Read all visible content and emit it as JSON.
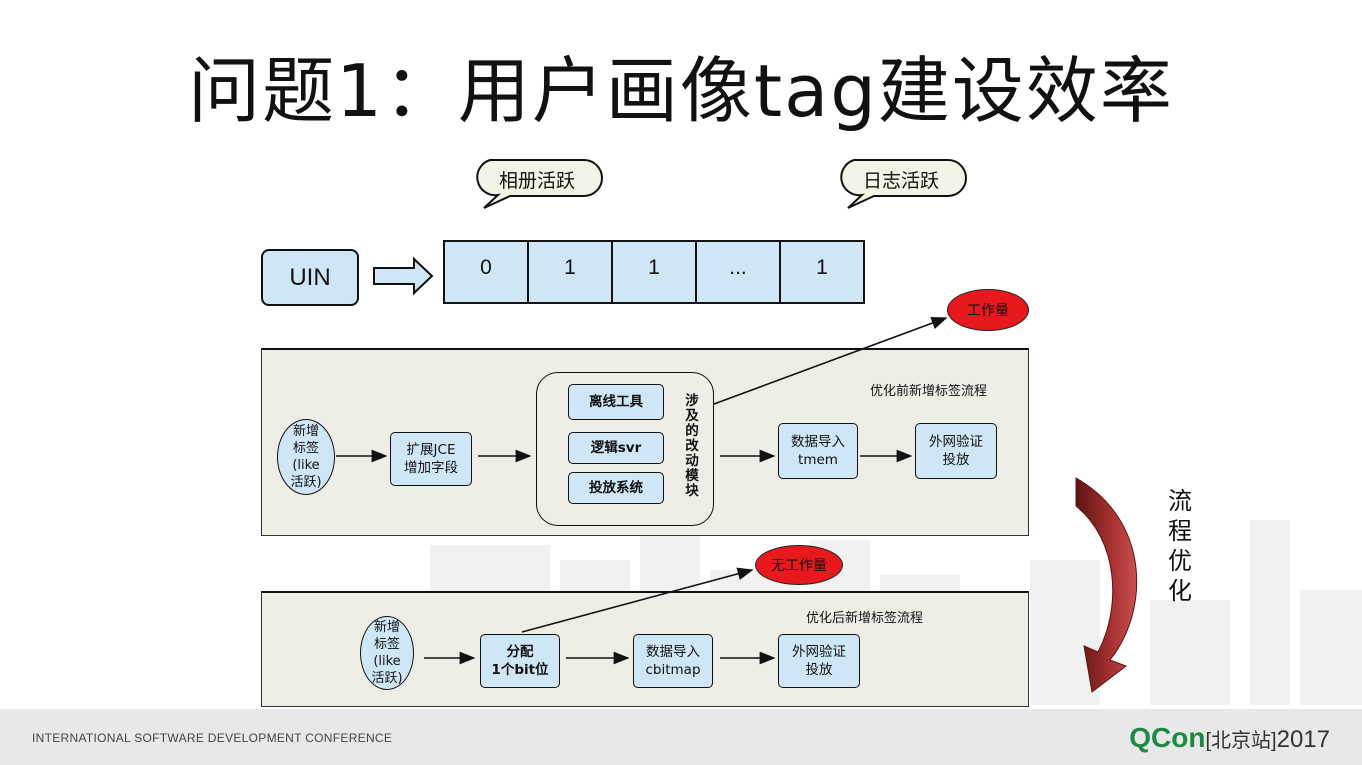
{
  "title": "问题1：用户画像tag建设效率",
  "bubbles": [
    {
      "id": "album",
      "text": "相册活跃"
    },
    {
      "id": "log",
      "text": "日志活跃"
    }
  ],
  "uin_label": "UIN",
  "bits": [
    "0",
    "1",
    "1",
    "...",
    "1"
  ],
  "before": {
    "label": "优化前新增标签流程",
    "new_tag": "新增\n标签\n(like\n活跃)",
    "extend": "扩展JCE\n增加字段",
    "modules": [
      "离线工具",
      "逻辑svr",
      "投放系统"
    ],
    "modules_label": "涉及的改动模块",
    "import": "数据导入\ntmem",
    "verify": "外网验证\n投放",
    "badge": "工作量"
  },
  "after": {
    "label": "优化后新增标签流程",
    "new_tag": "新增\n标签\n(like\n活跃)",
    "assign": "分配\n1个bit位",
    "import": "数据导入\ncbitmap",
    "verify": "外网验证\n投放",
    "badge": "无工作量"
  },
  "flow_label": "流程优化",
  "footer": {
    "left": "INTERNATIONAL SOFTWARE DEVELOPMENT CONFERENCE",
    "logo_q": "Q",
    "logo_con": "Con",
    "logo_location": "[北京站]",
    "logo_year": "2017"
  },
  "colors": {
    "node_fill": "#cfe6f6",
    "panel_fill": "#eeeee6",
    "badge_red": "#e8191c",
    "curve_red": "#8f2a2a",
    "logo_green": "#1c8a43"
  }
}
